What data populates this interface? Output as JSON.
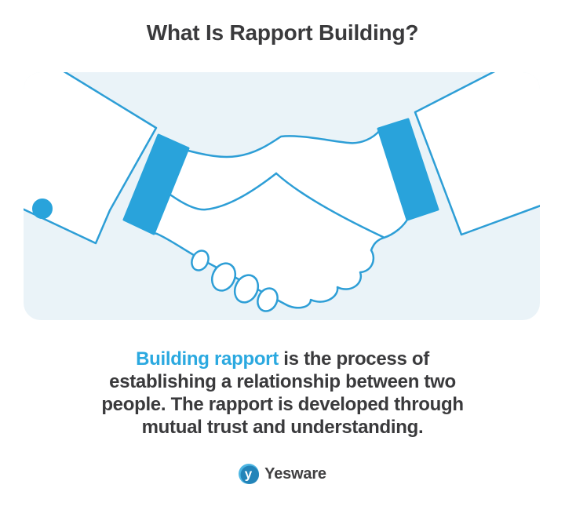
{
  "title": {
    "text": "What Is Rapport Building?"
  },
  "illustration": {
    "description": "Line-art handshake between two arms with white sleeves, solid blue cuffs and a blue button dot",
    "panel_color": "#eaf3f8",
    "line_color": "#2d9ed6",
    "accent_color": "#29a3db"
  },
  "body": {
    "lines": [
      {
        "highlight": "Building rapport",
        "rest": " is the process of"
      },
      {
        "text": "establishing a relationship between two"
      },
      {
        "text": "people. The rapport is developed through"
      },
      {
        "text": "mutual trust and understanding."
      }
    ],
    "highlight_color": "#2ba9e0",
    "text_color": "#3a3a3c"
  },
  "footer": {
    "brand": "Yesware",
    "logo_icon": "yesware-circle-y-icon",
    "logo_main_color": "#2384b9",
    "logo_accent_color": "#4db6e3",
    "brand_text_color": "#414042"
  }
}
